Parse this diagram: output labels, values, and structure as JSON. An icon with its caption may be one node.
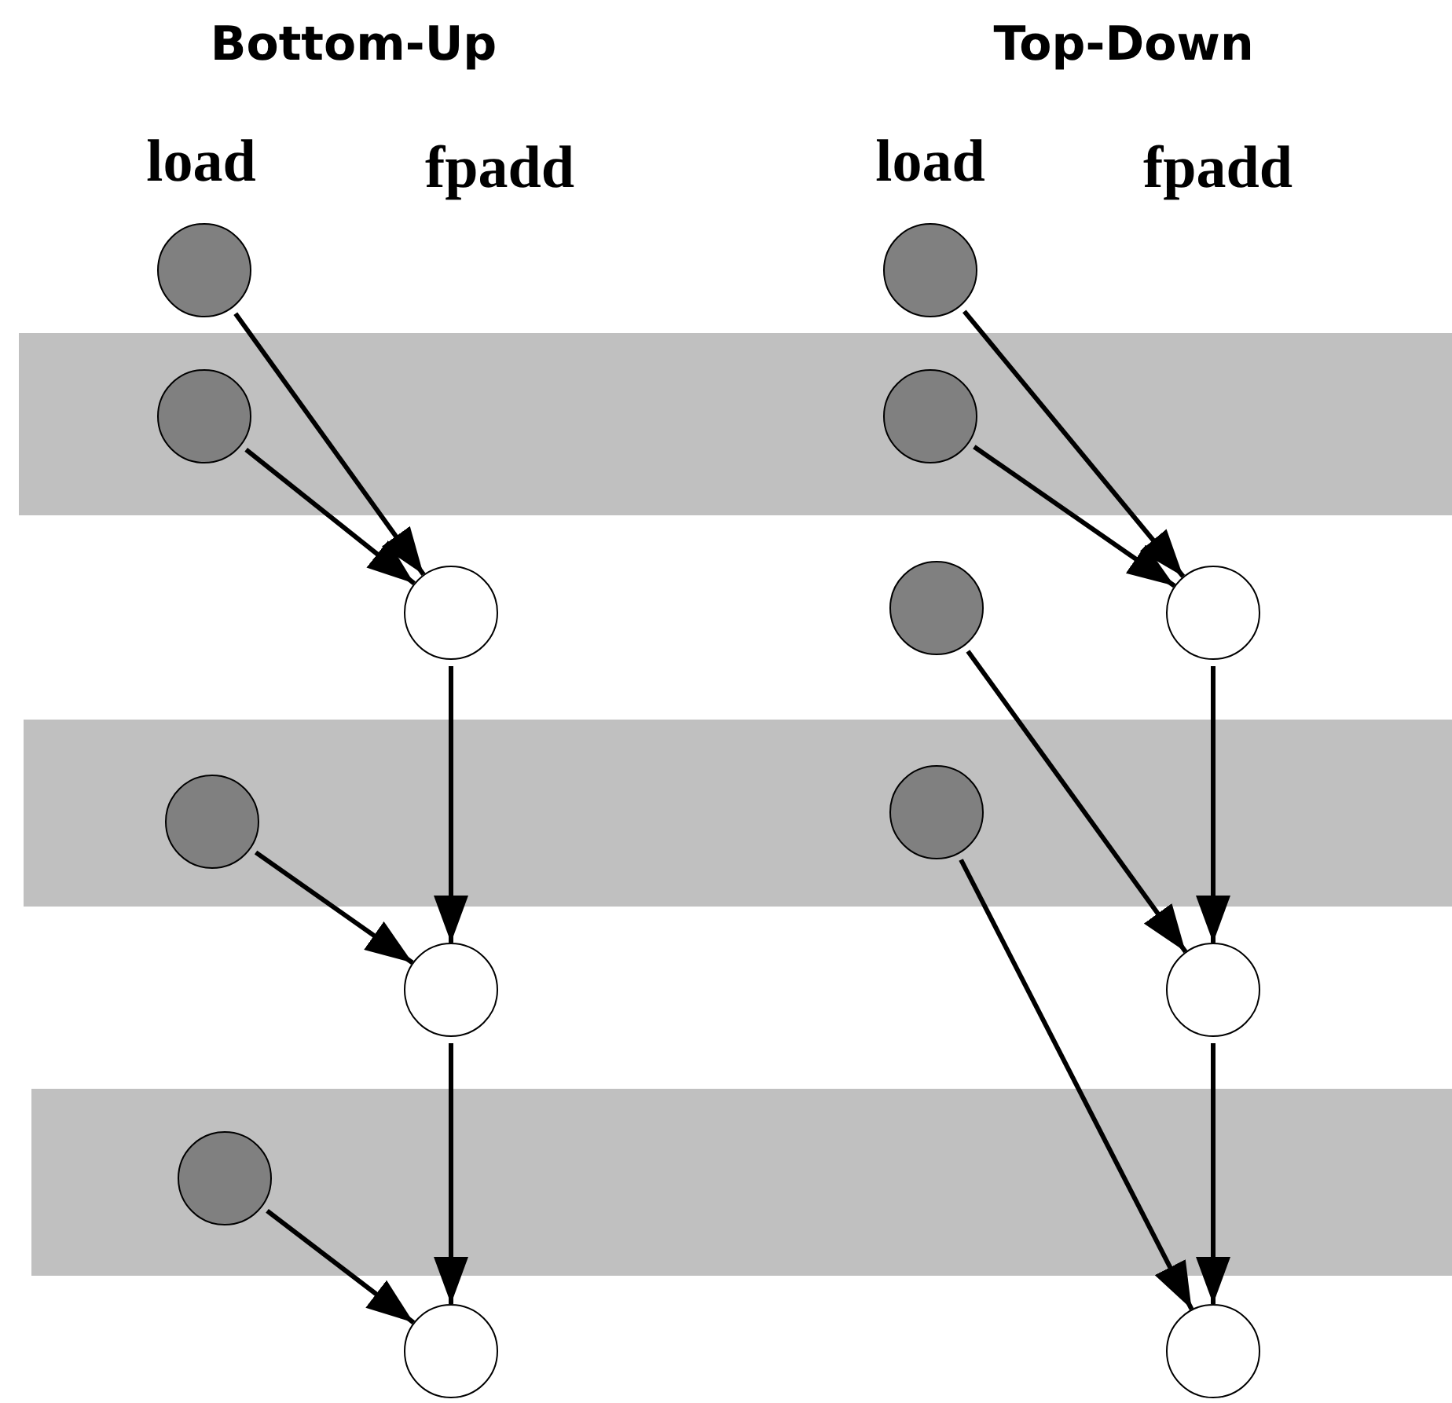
{
  "diagram": {
    "nodes": [
      {
        "text": [],
        "shape": "circle"
      },
      {
        "text": [],
        "shape": "circle"
      },
      {
        "text": [],
        "shape": "circle"
      },
      {
        "text": [],
        "shape": "circle"
      },
      {
        "text": [],
        "shape": "circle"
      },
      {
        "text": [],
        "shape": "circle"
      },
      {
        "text": [],
        "shape": "circle"
      },
      {
        "text": [],
        "shape": "circle"
      },
      {
        "text": [],
        "shape": "circle"
      },
      {
        "text": [],
        "shape": "circle"
      },
      {
        "text": [],
        "shape": "circle"
      },
      {
        "text": [],
        "shape": "circle"
      },
      {
        "text": [],
        "shape": "circle"
      },
      {
        "text": [],
        "shape": "circle"
      }
    ],
    "edges": [
      {
        "from": 0,
        "to": 2,
        "arrow": "to"
      },
      {
        "from": 1,
        "to": 2,
        "arrow": "to"
      },
      {
        "from": 2,
        "to": 4,
        "arrow": "to"
      },
      {
        "from": 3,
        "to": 4,
        "arrow": "to"
      },
      {
        "from": 4,
        "to": 6,
        "arrow": "to"
      },
      {
        "from": 5,
        "to": 6,
        "arrow": "to"
      },
      {
        "from": 7,
        "to": 9,
        "arrow": "to"
      },
      {
        "from": 8,
        "to": 9,
        "arrow": "to"
      },
      {
        "from": 9,
        "to": 12,
        "arrow": "to"
      },
      {
        "from": 10,
        "to": 12,
        "arrow": "to"
      },
      {
        "from": 11,
        "to": 13,
        "arrow": "to"
      },
      {
        "from": 12,
        "to": 13,
        "arrow": "to"
      }
    ],
    "labels": [
      "Bottom-Up",
      "Top-Down",
      "load",
      "fpadd",
      "load",
      "fpadd"
    ]
  }
}
